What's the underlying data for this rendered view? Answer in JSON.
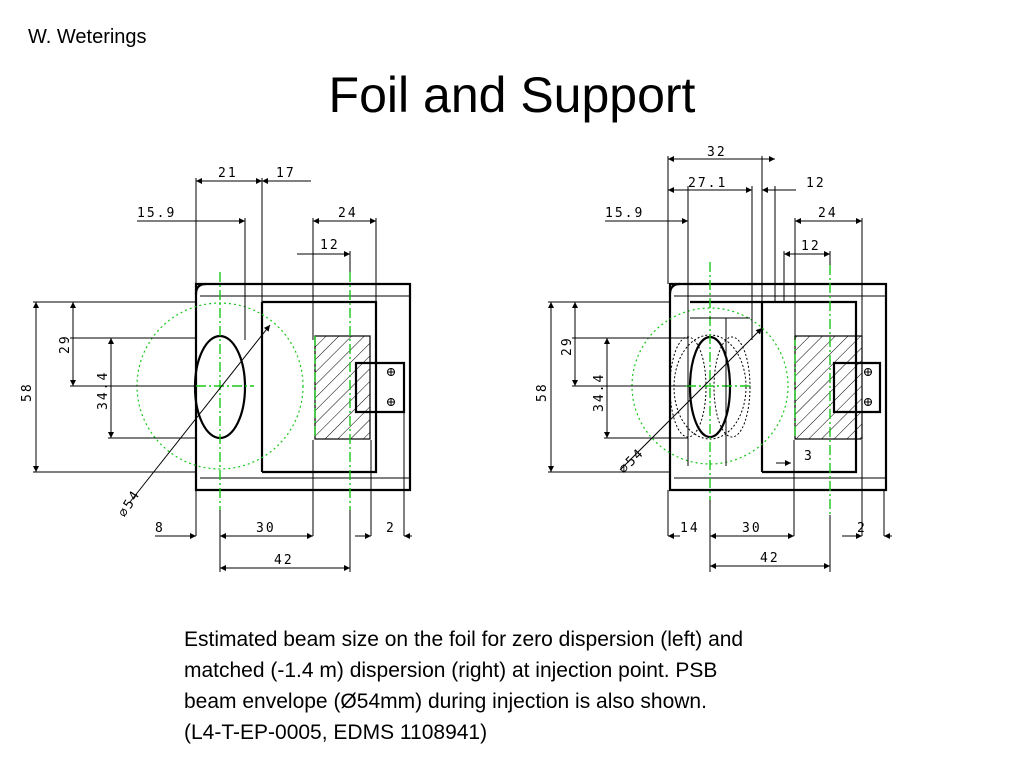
{
  "slide": {
    "author": "W. Weterings",
    "title": "Foil and Support",
    "caption_lines": [
      "Estimated beam size on the foil for zero dispersion (left) and",
      "matched (-1.4 m) dispersion (right) at injection point. PSB",
      "beam envelope (Ø54mm) during injection is also shown.",
      "(L4-T-EP-0005, EDMS 1108941)"
    ]
  },
  "drawings": {
    "left": {
      "dims": {
        "d21": "21",
        "d17": "17",
        "d15_9": "15.9",
        "d24": "24",
        "d12": "12",
        "d29": "29",
        "d34_4": "34.4",
        "d58": "58",
        "d54": "⌀54",
        "d8": "8",
        "d30": "30",
        "d2": "2",
        "d42": "42"
      }
    },
    "right": {
      "dims": {
        "d32": "32",
        "d27_1": "27.1",
        "d12a": "12",
        "d15_9": "15.9",
        "d24": "24",
        "d12b": "12",
        "d29": "29",
        "d34_4": "34.4",
        "d58": "58",
        "d54": "⌀54",
        "d3": "3",
        "d14": "14",
        "d30": "30",
        "d2": "2",
        "d42": "42"
      }
    }
  }
}
